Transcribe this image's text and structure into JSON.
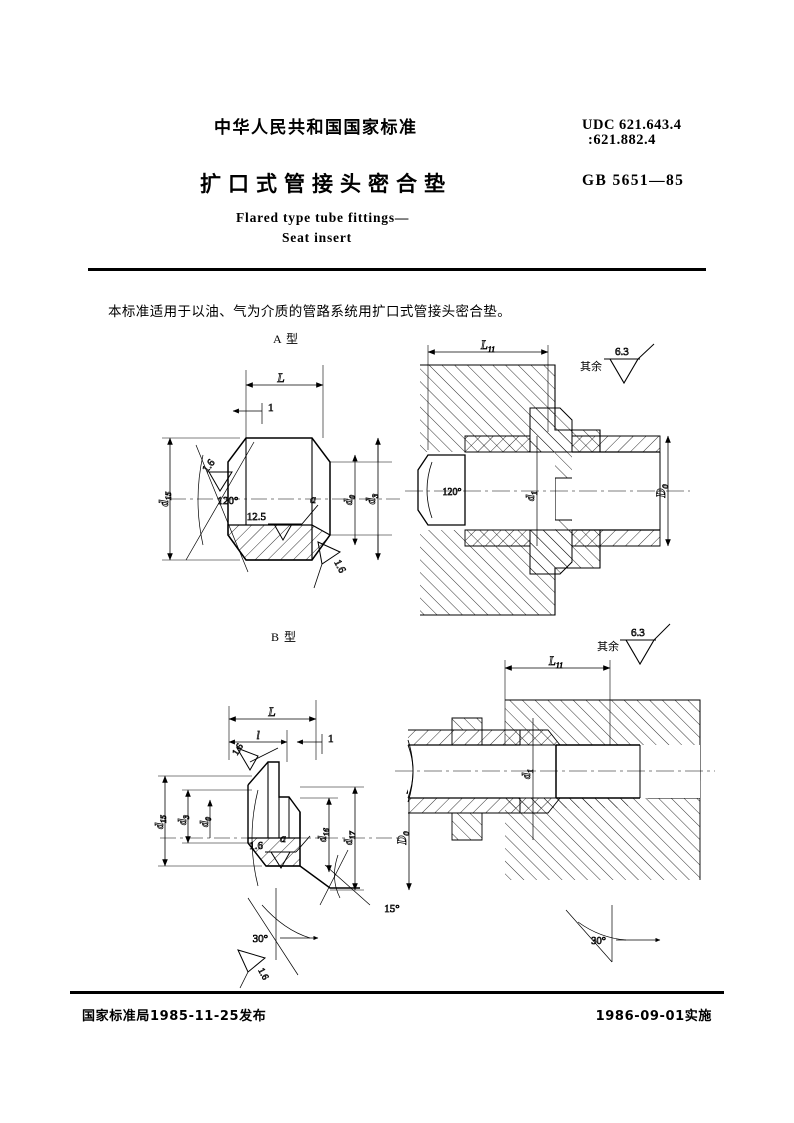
{
  "document": {
    "header": {
      "national_standard_line": "中华人民共和国国家标准",
      "udc_line1": "UDC 621.643.4",
      "udc_line2": ":621.882.4",
      "title_cn": "扩口式管接头密合垫",
      "standard_code": "GB 5651—85",
      "title_en_line1": "Flared type tube fittings—",
      "title_en_line2": "Seat insert"
    },
    "scope_text": "本标准适用于以油、气为介质的管路系统用扩口式管接头密合垫。",
    "footer": {
      "issued": "国家标准局1985-11-25发布",
      "effective": "1986-09-01实施"
    }
  },
  "figures": {
    "type_a": {
      "label": "A 型",
      "surface_note_prefix": "其余",
      "surface_note_value": "6.3",
      "part_view": {
        "dim_length": "L",
        "dim_chamfer": "1",
        "dim_outer": "d",
        "dim_outer_sub": "15",
        "dim_bore": "d",
        "dim_bore_sub": "0",
        "dim_seat": "d",
        "dim_seat_sub": "3",
        "angle_cone": "120°",
        "angle_alpha": "a",
        "rough_16_top": "1.6",
        "rough_125": "12.5",
        "rough_16_bot": "1.6"
      },
      "assembly_view": {
        "dim_length": "L",
        "dim_length_sub": "11",
        "angle_cone": "120°",
        "dim_inner": "d",
        "dim_inner_sub": "1",
        "dim_tube_od": "D",
        "dim_tube_od_sub": "0"
      }
    },
    "type_b": {
      "label": "B 型",
      "surface_note_prefix": "其余",
      "surface_note_value": "6.3",
      "part_view": {
        "dim_length": "L",
        "dim_neck": "l",
        "dim_chamfer": "1",
        "dim_d15": "d",
        "dim_d15_sub": "15",
        "dim_d3": "d",
        "dim_d3_sub": "3",
        "dim_d0": "d",
        "dim_d0_sub": "0",
        "dim_d16": "d",
        "dim_d16_sub": "16",
        "dim_d17": "d",
        "dim_d17_sub": "17",
        "dim_D0": "D",
        "dim_D0_sub": "0",
        "angle_alpha": "a",
        "angle_15": "15°",
        "angle_30": "30°",
        "rough_16_top": "1.6",
        "rough_16_mid": "1.6",
        "rough_16_bot": "1.6"
      },
      "assembly_view": {
        "dim_length": "L",
        "dim_length_sub": "11",
        "dim_inner": "d",
        "dim_inner_sub": "1",
        "dim_tube_od": "D",
        "dim_tube_od_sub": "0",
        "angle_30": "30°"
      }
    }
  }
}
